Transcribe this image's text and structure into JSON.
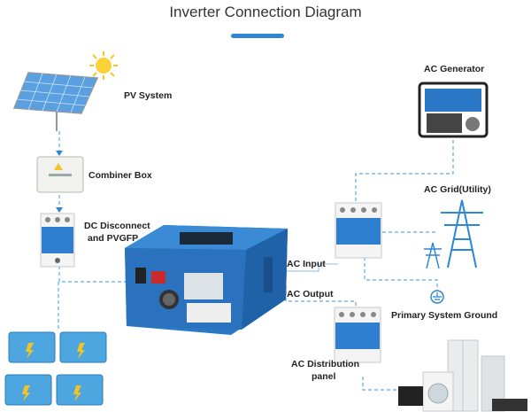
{
  "title": "Inverter Connection Diagram",
  "labels": {
    "pv_system": "PV System",
    "combiner_box": "Combiner Box",
    "dc_disconnect_1": "DC Disconnect",
    "dc_disconnect_2": "and PVGFP",
    "ac_generator": "AC Generator",
    "ac_grid": "AC Grid(Utility)",
    "ac_input": "AC Input",
    "ac_output": "AC Output",
    "primary_ground": "Primary System Ground",
    "ac_distribution_1": "AC Distribution",
    "ac_distribution_2": "panel"
  },
  "colors": {
    "accent": "#2e86d6",
    "dashed_line": "#5aa9e6",
    "solid_line": "#9cc9ee",
    "breaker_blue": "#2f7fd0",
    "inverter_blue": "#2b78c6"
  }
}
